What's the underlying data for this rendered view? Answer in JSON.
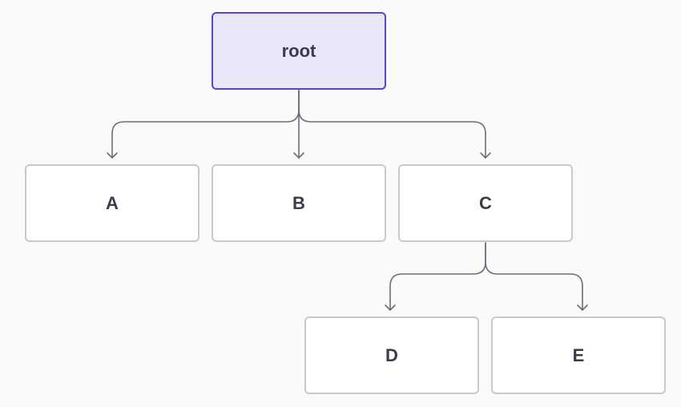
{
  "diagram": {
    "type": "tree",
    "nodes": [
      {
        "id": "root",
        "label": "root",
        "highlighted": true
      },
      {
        "id": "a",
        "label": "A"
      },
      {
        "id": "b",
        "label": "B"
      },
      {
        "id": "c",
        "label": "C"
      },
      {
        "id": "d",
        "label": "D"
      },
      {
        "id": "e",
        "label": "E"
      }
    ],
    "edges": [
      {
        "from": "root",
        "to": "a"
      },
      {
        "from": "root",
        "to": "b"
      },
      {
        "from": "root",
        "to": "c"
      },
      {
        "from": "c",
        "to": "d"
      },
      {
        "from": "c",
        "to": "e"
      }
    ]
  },
  "colors": {
    "root_fill": "#e8e6f7",
    "root_border": "#5a45c2",
    "node_border": "#c9c9cc",
    "edge": "#6e6d7a",
    "label": "#3c3b4a",
    "background": "#fafafa"
  }
}
